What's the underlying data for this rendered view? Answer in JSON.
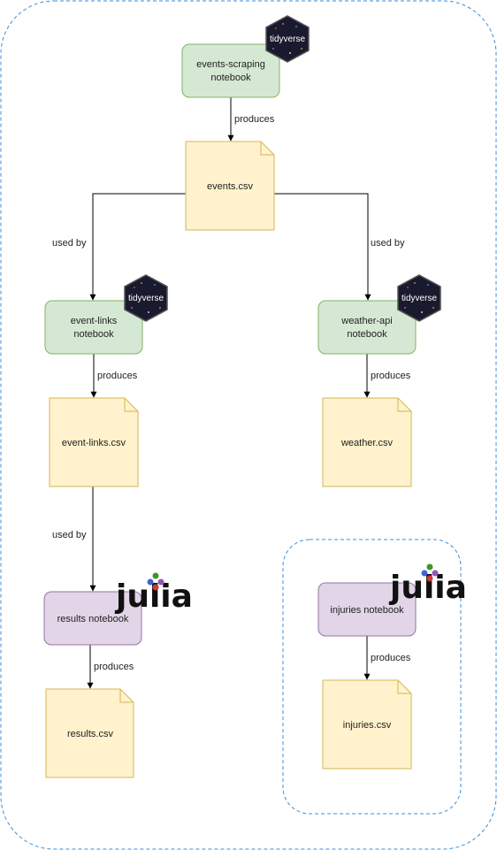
{
  "nodes": {
    "events_scraping": {
      "line1": "events-scraping",
      "line2": "notebook"
    },
    "events_csv": "events.csv",
    "event_links": {
      "line1": "event-links",
      "line2": "notebook"
    },
    "weather_api": {
      "line1": "weather-api",
      "line2": "notebook"
    },
    "event_links_csv": "event-links.csv",
    "weather_csv": "weather.csv",
    "results_notebook": "results notebook",
    "results_csv": "results.csv",
    "injuries_notebook": "injuries notebook",
    "injuries_csv": "injuries.csv"
  },
  "edge_labels": {
    "produces": "produces",
    "used_by": "used by"
  },
  "logos": {
    "tidyverse": "tidyverse",
    "julia": "julia"
  },
  "colors": {
    "notebook_green_fill": "#d5e8d4",
    "notebook_green_stroke": "#82b366",
    "notebook_purple_fill": "#e1d5e7",
    "notebook_purple_stroke": "#9673a6",
    "file_fill": "#fff2cc",
    "file_stroke": "#d6b656",
    "group_border": "#3c8fd8",
    "hex_fill": "#1a1a2e",
    "julia_green": "#389826",
    "julia_red": "#cb3c33",
    "julia_purple": "#9558b2",
    "julia_blue": "#4063d8"
  }
}
